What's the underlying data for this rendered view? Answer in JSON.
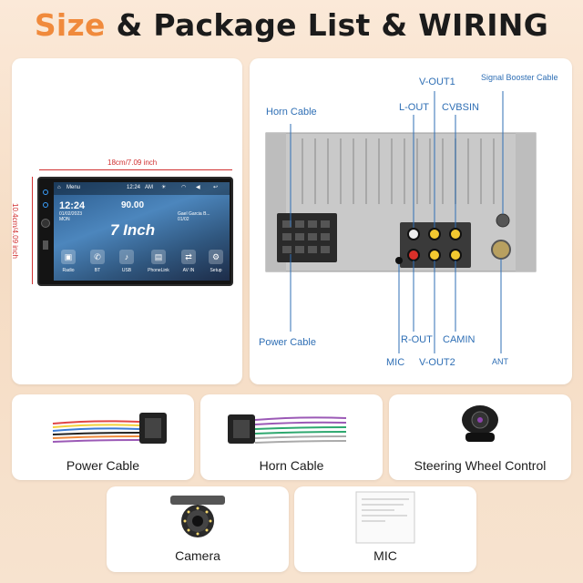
{
  "title": {
    "part1": "Size",
    "part2": " & Package List & WIRING"
  },
  "screen": {
    "width_label": "18cm/7.09 inch",
    "height_label": "10.4cm/4.09 inch",
    "menu": "Menu",
    "status_time": "12:24",
    "status_ampm": "AM",
    "time": "12:24",
    "date": "01/02/2023",
    "day": "MON",
    "radio_freq": "90.00",
    "song": "Gael Garcia B...",
    "song_date": "01/02",
    "size_text": "7 Inch",
    "apps": [
      "Radio",
      "BT",
      "USB",
      "PhoneLink",
      "AV IN",
      "Setup"
    ]
  },
  "wiring": {
    "labels": {
      "horn_cable": "Horn Cable",
      "power_cable": "Power Cable",
      "v_out1": "V-OUT1",
      "l_out": "L-OUT",
      "cvbsin": "CVBSIN",
      "signal_booster": "Signal Booster Cable",
      "r_out": "R-OUT",
      "camin": "CAMIN",
      "mic": "MIC",
      "v_out2": "V-OUT2",
      "ant": "ANT"
    }
  },
  "package": {
    "power_cable": "Power Cable",
    "horn_cable": "Horn Cable",
    "steering": "Steering Wheel Control",
    "camera": "Camera",
    "mic": "MIC"
  },
  "colors": {
    "accent": "#f08a3c",
    "label_blue": "#2f6fb5",
    "dimension_red": "#d03030"
  }
}
